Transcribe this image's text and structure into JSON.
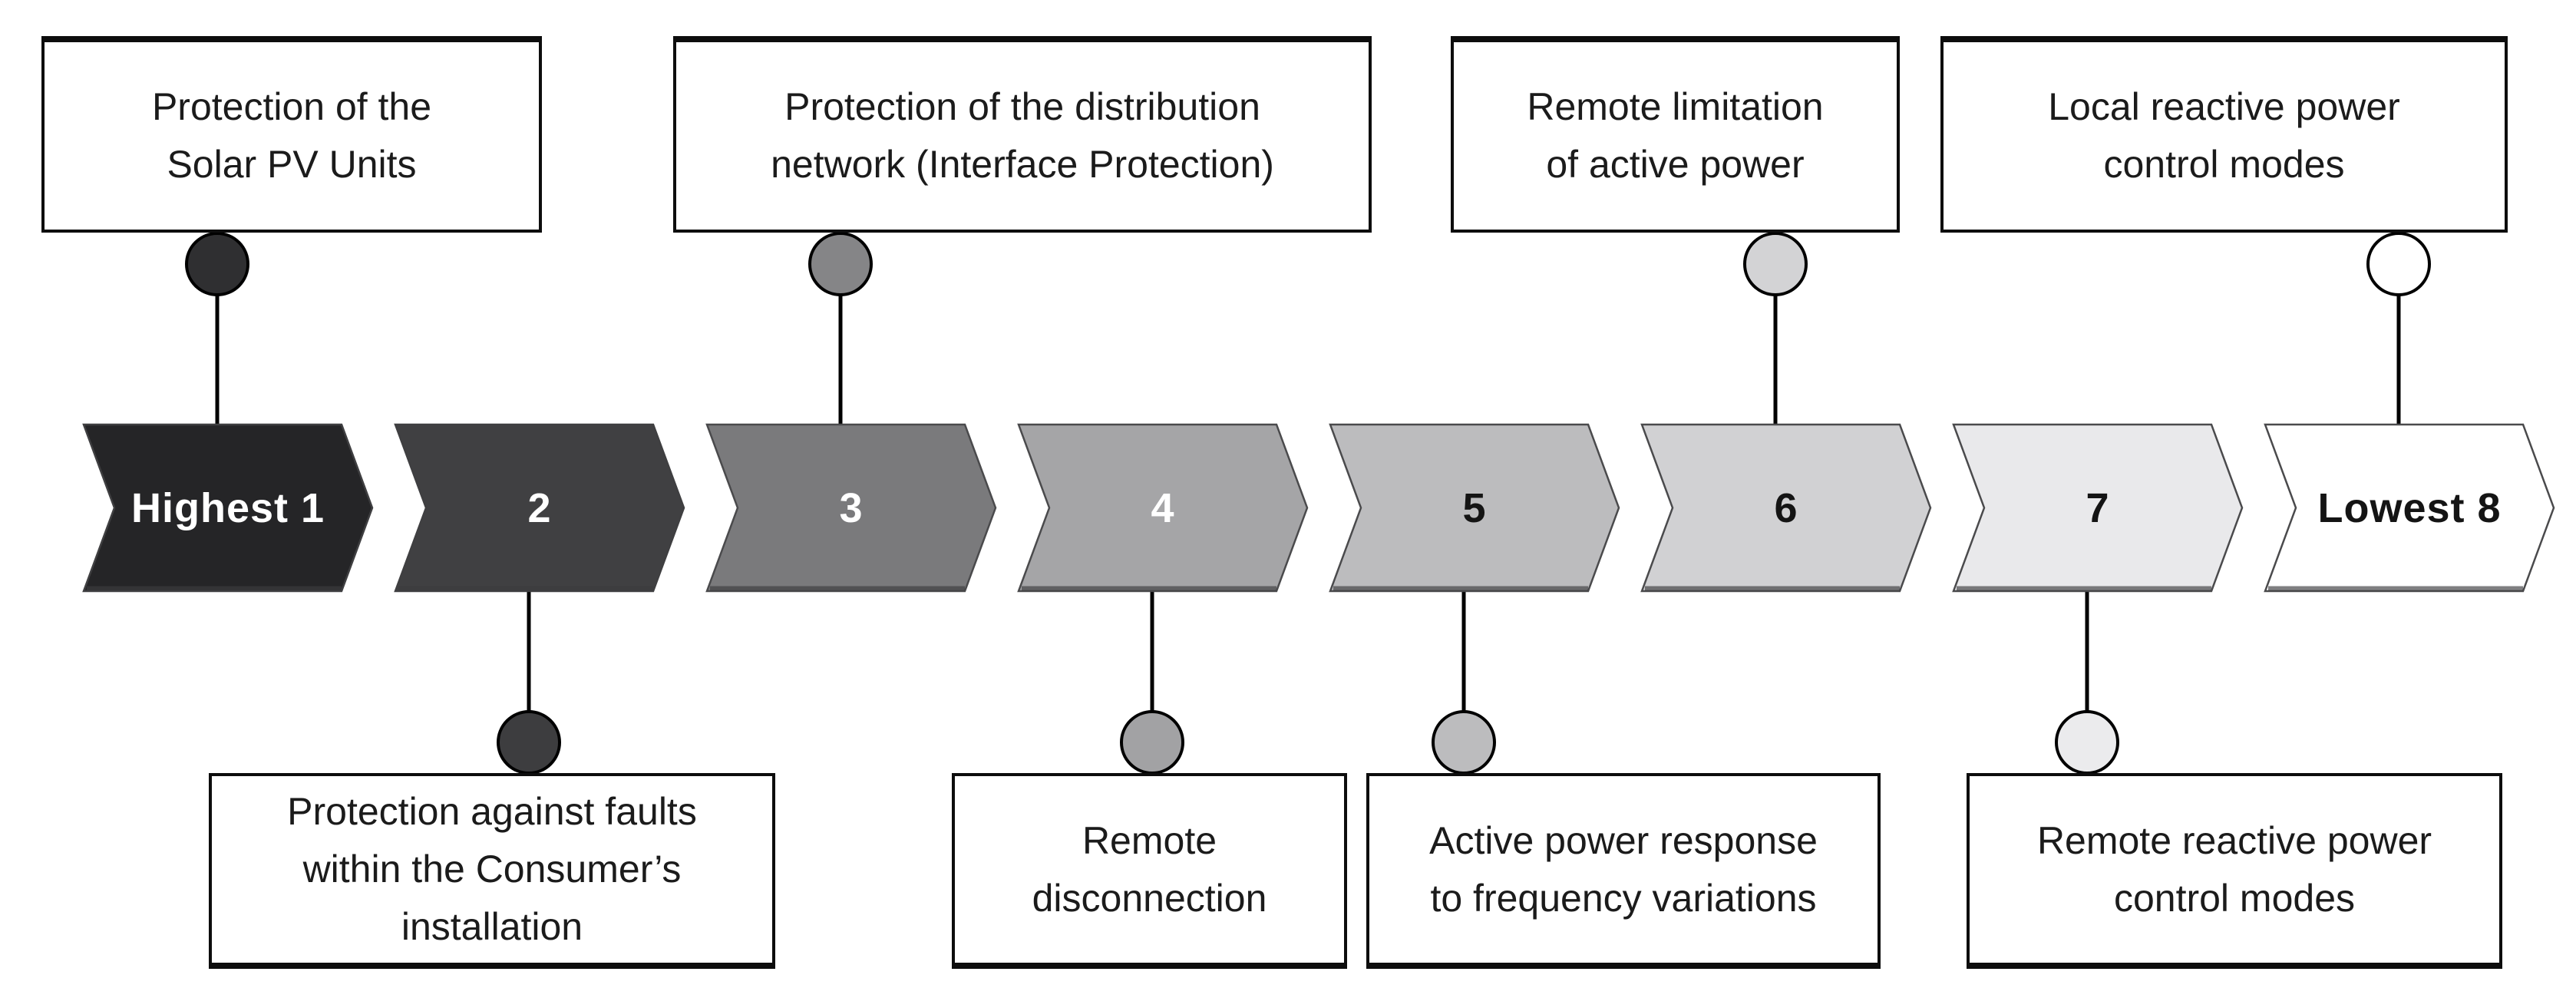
{
  "diagram": {
    "description_order": "highest-to-lowest-priority",
    "accent_black": "#0d0d0d"
  },
  "chevrons": [
    {
      "rank": 1,
      "label": "Highest 1",
      "color": "#252527",
      "text_color": "#ffffff"
    },
    {
      "rank": 2,
      "label": "2",
      "color": "#404042",
      "text_color": "#ffffff"
    },
    {
      "rank": 3,
      "label": "3",
      "color": "#7a7a7c",
      "text_color": "#ffffff"
    },
    {
      "rank": 4,
      "label": "4",
      "color": "#a5a5a7",
      "text_color": "#ffffff"
    },
    {
      "rank": 5,
      "label": "5",
      "color": "#bcbcbe",
      "text_color": "#141414"
    },
    {
      "rank": 6,
      "label": "6",
      "color": "#d1d1d3",
      "text_color": "#141414"
    },
    {
      "rank": 7,
      "label": "7",
      "color": "#e9e9eb",
      "text_color": "#141414"
    },
    {
      "rank": 8,
      "label": "Lowest 8",
      "color": "#ffffff",
      "text_color": "#141414"
    }
  ],
  "top_boxes": [
    {
      "connects_to_rank": 1,
      "circle_color": "#2f2f31",
      "lines": [
        "Protection of the",
        "Solar PV Units"
      ]
    },
    {
      "connects_to_rank": 3,
      "circle_color": "#858587",
      "lines": [
        "Protection of the distribution",
        "network (Interface Protection)"
      ]
    },
    {
      "connects_to_rank": 6,
      "circle_color": "#d3d3d5",
      "lines": [
        "Remote limitation",
        "of active power"
      ]
    },
    {
      "connects_to_rank": 8,
      "circle_color": "#ffffff",
      "lines": [
        "Local reactive power",
        "control modes"
      ]
    }
  ],
  "bottom_boxes": [
    {
      "connects_to_rank": 2,
      "circle_color": "#3d3d3f",
      "lines": [
        "Protection against faults",
        "within the Consumer’s",
        "installation"
      ]
    },
    {
      "connects_to_rank": 4,
      "circle_color": "#a2a2a4",
      "lines": [
        "Remote",
        "disconnection"
      ]
    },
    {
      "connects_to_rank": 5,
      "circle_color": "#bcbcbe",
      "lines": [
        "Active power response",
        "to frequency variations"
      ]
    },
    {
      "connects_to_rank": 7,
      "circle_color": "#ebebed",
      "lines": [
        "Remote reactive power",
        "control modes"
      ]
    }
  ]
}
